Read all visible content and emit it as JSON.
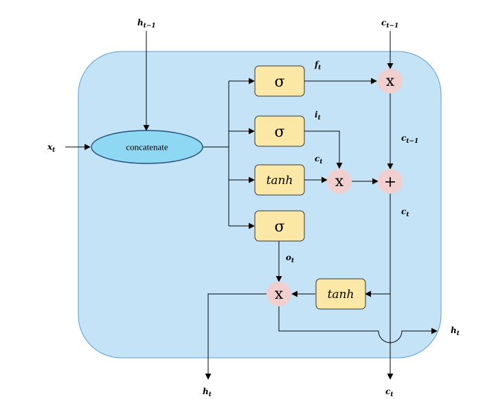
{
  "labels": {
    "h_prev": {
      "base": "h",
      "sub": "t−1"
    },
    "c_prev_top": {
      "base": "c",
      "sub": "t−1"
    },
    "x_t": {
      "base": "x",
      "sub": "t"
    },
    "f_t": {
      "base": "f",
      "sub": "t"
    },
    "i_t": {
      "base": "i",
      "sub": "t"
    },
    "c_tilde": {
      "base": "c",
      "sub": "t"
    },
    "c_prev_mid": {
      "base": "c",
      "sub": "t−1"
    },
    "c_t_mid": {
      "base": "c",
      "sub": "t"
    },
    "o_t": {
      "base": "o",
      "sub": "t"
    },
    "h_t_right": {
      "base": "h",
      "sub": "t"
    },
    "h_t_bottom": {
      "base": "h",
      "sub": "t"
    },
    "c_t_bottom": {
      "base": "c",
      "sub": "t"
    }
  },
  "nodes": {
    "concatenate": "concatenate",
    "forget_gate": "σ",
    "input_gate": "σ",
    "candidate_gate": "tanh",
    "output_gate": "σ",
    "output_tanh": "tanh"
  },
  "operators": {
    "forget_mult": "x",
    "input_mult": "x",
    "add": "+",
    "output_mult": "x"
  },
  "colors": {
    "cell_fill": "#c5e3f6",
    "cell_stroke": "#5b9bd5",
    "gate_fill": "#fbe8a6",
    "gate_stroke": "#333333",
    "op_fill": "#f2cfcf",
    "concat_fill": "#8fd8f4",
    "concat_stroke": "#1f4e79"
  }
}
